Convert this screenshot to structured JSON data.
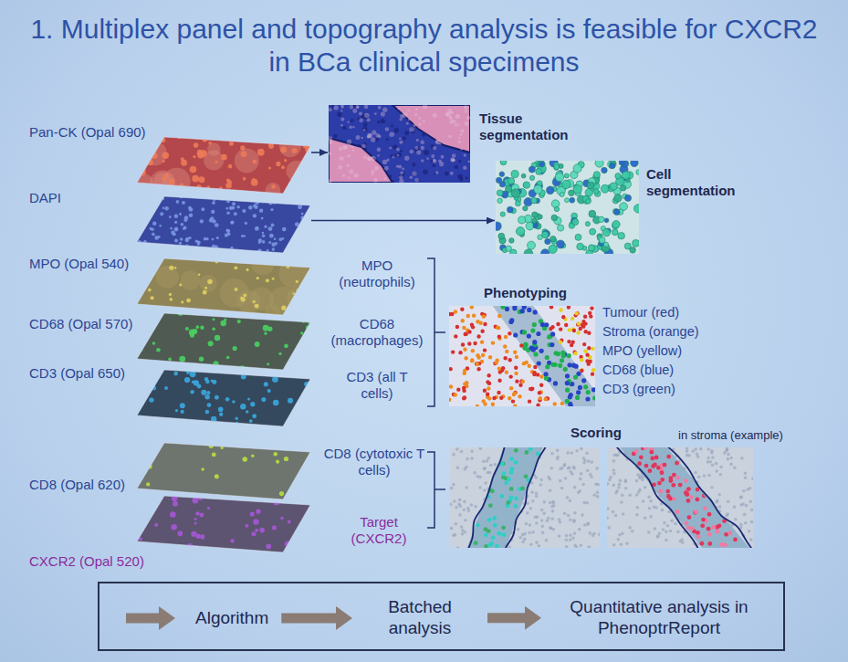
{
  "diagram": {
    "title": "1. Multiplex panel and topography analysis is feasible for CXCR2 in BCa clinical specimens",
    "nodes": [
      {
        "text": [
          "Pan-CK (Opal 690)"
        ]
      },
      {
        "text": [
          "Tissue segmentation"
        ]
      },
      {
        "text": [
          "DAPI"
        ]
      },
      {
        "text": [
          "Cell segmentation"
        ]
      },
      {
        "text": [
          "MPO (Opal 540)"
        ]
      },
      {
        "text": [
          "CD68 (Opal 570)"
        ]
      },
      {
        "text": [
          "Phenotyping"
        ]
      },
      {
        "text": [
          "CD3 (Opal 650)"
        ]
      },
      {
        "text": [
          "CD8 (Opal 620)"
        ]
      },
      {
        "text": [
          "Scoring"
        ]
      },
      {
        "text": [
          "in stroma (example)"
        ]
      },
      {
        "text": [
          "CXCR2 (Opal 520)"
        ]
      },
      {
        "text": []
      },
      {
        "text": [
          "Algorithm"
        ],
        "in": 12
      },
      {
        "text": [
          "Batched analysis"
        ],
        "in": 12
      },
      {
        "text": [
          "Quantitative analysis in PhenoptrReport"
        ],
        "in": 12
      }
    ],
    "edges": [
      {
        "from": 0,
        "to": 1,
        "arrow": "to"
      },
      {
        "from": 2,
        "to": 3,
        "arrow": "to"
      },
      {
        "from": 13,
        "to": 14,
        "arrow": "to"
      },
      {
        "from": 14,
        "to": 15,
        "arrow": "to"
      }
    ],
    "labels": [
      "MPO (neutrophils)",
      "CD68 (macrophages)",
      "CD3 (all T cells)",
      "Tumour (red)",
      "Stroma (orange)",
      "MPO (yellow)",
      "CD68 (blue)",
      "CD3 (green)",
      "CD8 (cytotoxic T cells)",
      "Target (CXCR2)"
    ]
  }
}
